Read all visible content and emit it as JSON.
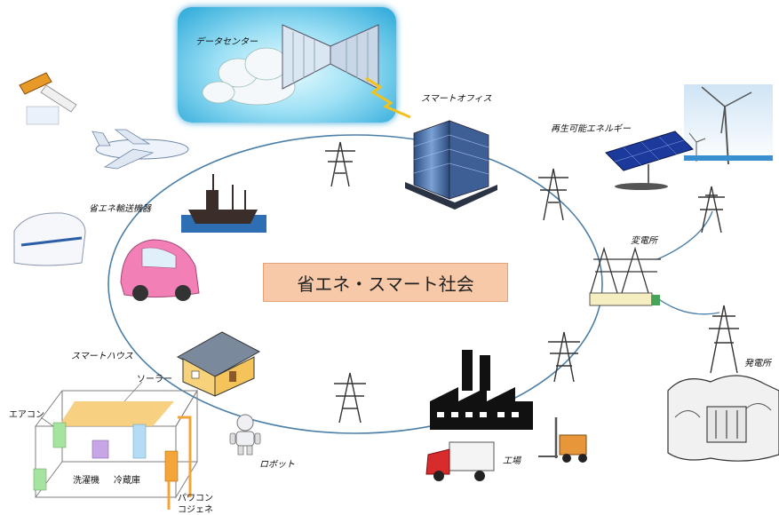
{
  "title": "省エネ・スマート社会",
  "labels": {
    "data_center": "データセンター",
    "smart_office": "スマートオフィス",
    "renewable_energy": "再生可能エネルギー",
    "substation": "変電所",
    "power_plant": "発電所",
    "transport": "省エネ輸送機器",
    "smart_house": "スマートハウス",
    "robot": "ロボット",
    "factory": "工場",
    "solar": "ソーラー",
    "air_conditioner": "エアコン",
    "washing_machine": "洗濯機",
    "refrigerator": "冷蔵庫",
    "power_conditioner": "パワコン",
    "cogeneration": "コジェネ"
  },
  "colors": {
    "title_box": "#f7c9a8",
    "house_outline": "#7d7d7d",
    "solar_panel": "#f7c86b",
    "appliance_green": "#a6e3a1",
    "appliance_purple": "#c7a6e6",
    "appliance_blue": "#b5dcf5",
    "power_orange": "#f3a53a"
  }
}
